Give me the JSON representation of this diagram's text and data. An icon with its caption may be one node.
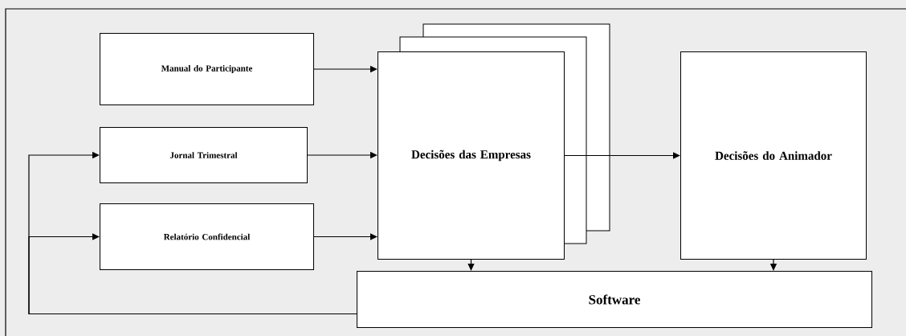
{
  "diagram": {
    "nodes": [
      {
        "text": [
          "Manual do Participante"
        ]
      },
      {
        "text": [
          "Jornal Trimestral"
        ]
      },
      {
        "text": [
          "Relatório Confidencial"
        ]
      },
      {
        "text": [
          "Decisões das Empresas"
        ]
      },
      {
        "text": [
          "Decisões do Animador"
        ]
      },
      {
        "text": [
          "Software"
        ]
      }
    ],
    "edges": [
      {
        "from": 0,
        "to": 3,
        "arrow": "to"
      },
      {
        "from": 1,
        "to": 3,
        "arrow": "to"
      },
      {
        "from": 2,
        "to": 3,
        "arrow": "to"
      },
      {
        "from": 3,
        "to": 4,
        "arrow": "to"
      },
      {
        "from": 3,
        "to": 5,
        "arrow": "to"
      },
      {
        "from": 4,
        "to": 5,
        "arrow": "to"
      },
      {
        "from": 5,
        "to": 1,
        "arrow": "to"
      },
      {
        "from": 5,
        "to": 2,
        "arrow": "to"
      }
    ]
  }
}
